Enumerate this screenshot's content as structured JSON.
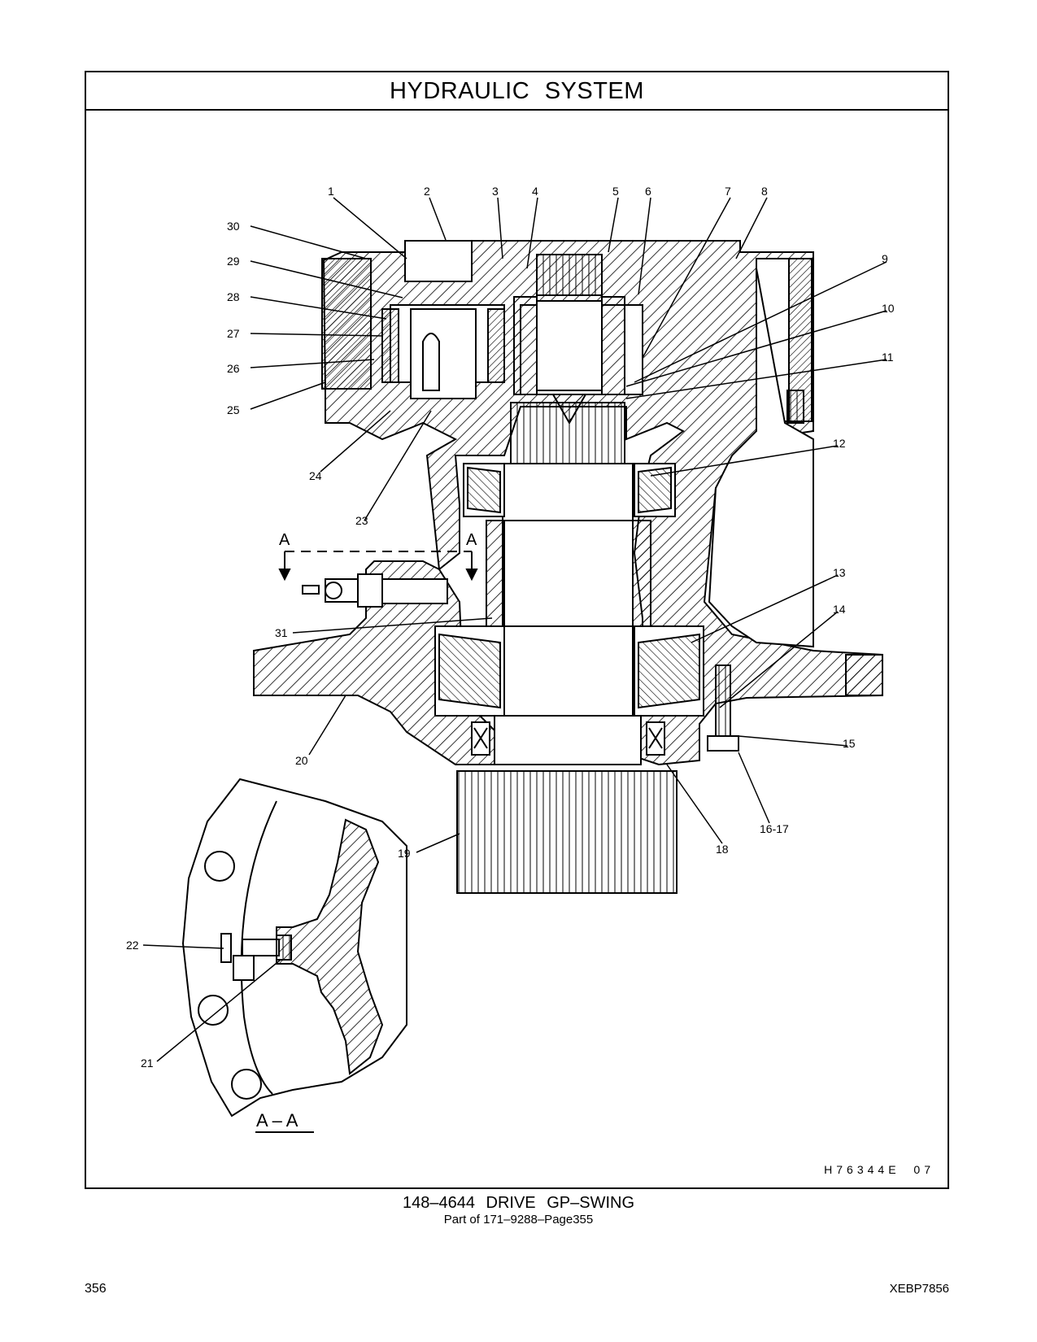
{
  "header": {
    "title": "HYDRAULIC   SYSTEM"
  },
  "diagram": {
    "callouts": [
      "1",
      "2",
      "3",
      "4",
      "5",
      "6",
      "7",
      "8",
      "9",
      "10",
      "11",
      "12",
      "13",
      "14",
      "15",
      "16-17",
      "18",
      "19",
      "20",
      "21",
      "22",
      "23",
      "24",
      "25",
      "26",
      "27",
      "28",
      "29",
      "30",
      "31"
    ],
    "section_marker": "A",
    "section_label": "A – A",
    "image_code": "H76344E   07"
  },
  "caption": {
    "title": "148–4644   DRIVE  GP–SWING",
    "subtitle": "Part of 171–9288–Page355"
  },
  "footer": {
    "page_number": "356",
    "doc_code": "XEBP7856"
  }
}
